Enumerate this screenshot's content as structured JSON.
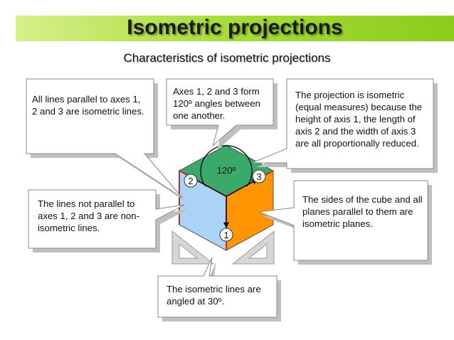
{
  "slide": {
    "title": "Isometric projections",
    "subtitle": "Characteristics of isometric projections"
  },
  "colors": {
    "title_bar": "#8ccc1c",
    "cube_top": "#3aaa6a",
    "cube_left": "#aad3f5",
    "cube_right": "#ff9500",
    "cube_edge": "#e0202a",
    "set_square": "#d6d6d6"
  },
  "diagram": {
    "axis_labels": [
      "1",
      "2",
      "3"
    ],
    "angle_label": "120º"
  },
  "callouts": {
    "parallel_lines": "All lines parallel to axes 1, 2 and 3 are isometric lines.",
    "axes_angles": "Axes 1, 2 and 3 form 120º angles between one another.",
    "isometric_reason": "The projection is isometric (equal measures) because the height of axis 1, the length of axis 2 and the width of axis 3 are all proportionally reduced.",
    "non_parallel_lines": "The lines not parallel to axes 1, 2 and 3 are non-isometric lines.",
    "cube_sides": "The sides of the cube and all planes parallel to them are isometric planes.",
    "angled_30": "The isometric lines are angled at 30º."
  }
}
